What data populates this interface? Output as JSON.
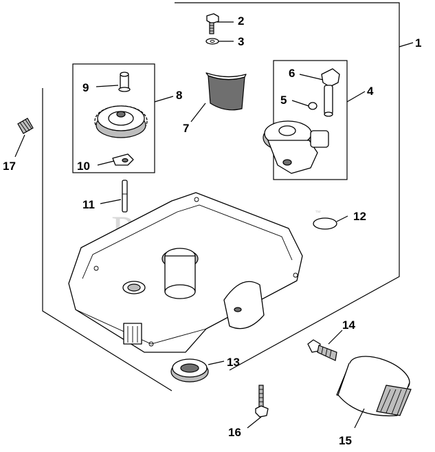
{
  "watermark": {
    "text": "PartsTree",
    "trademark": "™"
  },
  "callouts": {
    "c1": "1",
    "c2": "2",
    "c3": "3",
    "c4": "4",
    "c5": "5",
    "c6": "6",
    "c7": "7",
    "c8": "8",
    "c9": "9",
    "c10": "10",
    "c11": "11",
    "c12": "12",
    "c13": "13",
    "c14": "14",
    "c15": "15",
    "c16": "16",
    "c17": "17"
  },
  "colors": {
    "line": "#000000",
    "fill_light": "#bdbdbd",
    "fill_dark": "#6f6f6f",
    "watermark": "#d9d9d9",
    "background": "#ffffff"
  }
}
